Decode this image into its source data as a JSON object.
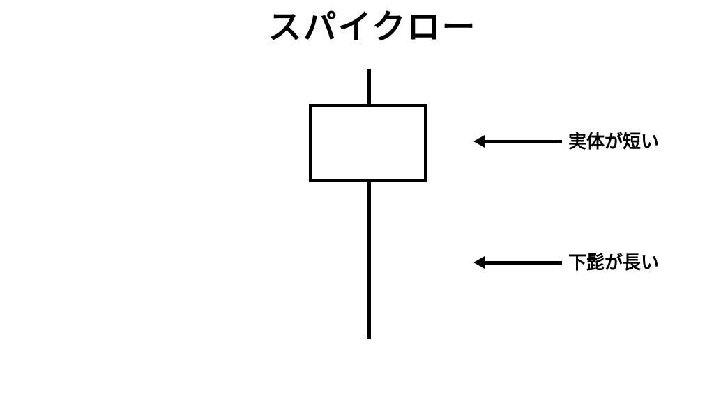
{
  "page": {
    "background_color": "#ffffff",
    "ink_color": "#000000"
  },
  "title": {
    "text": "スパイクロー"
  },
  "candlestick": {
    "body_fill": "#ffffff",
    "outline": "#000000",
    "upper_wick": "short",
    "lower_wick": "long"
  },
  "annotations": [
    {
      "label": "実体が短い",
      "arrow_direction": "left",
      "target": "candle-body"
    },
    {
      "label": "下髭が長い",
      "arrow_direction": "left",
      "target": "lower-wick"
    }
  ]
}
